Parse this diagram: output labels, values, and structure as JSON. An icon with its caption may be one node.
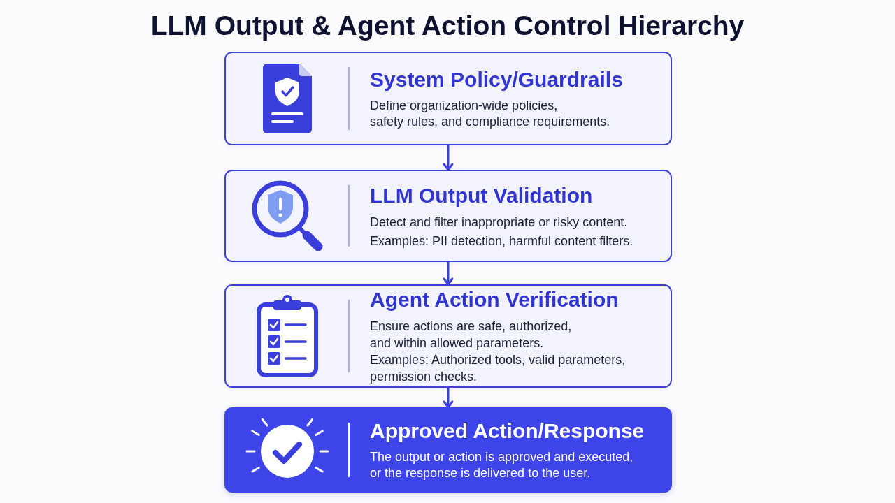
{
  "diagram": {
    "title": "LLM Output & Agent Action Control Hierarchy",
    "nodes": [
      {
        "text": [
          "System Policy/Guardrails",
          "Define organization-wide policies, safety rules, and compliance requirements."
        ]
      },
      {
        "text": [
          "LLM Output Validation",
          "Detect and filter inappropriate or risky content.",
          "Examples: PII detection, harmful content filters."
        ]
      },
      {
        "text": [
          "Agent Action Verification",
          "Ensure actions are safe, authorized, and within allowed parameters.",
          "Examples: Authorized tools, valid parameters, permission checks."
        ]
      },
      {
        "text": [
          "Approved Action/Response",
          "The output or action is approved and executed, or the response is delivered to the user."
        ]
      }
    ],
    "edges": [
      {
        "from": 0,
        "to": 1,
        "arrow": "to"
      },
      {
        "from": 1,
        "to": 2,
        "arrow": "to"
      },
      {
        "from": 2,
        "to": 3,
        "arrow": "to"
      }
    ]
  }
}
